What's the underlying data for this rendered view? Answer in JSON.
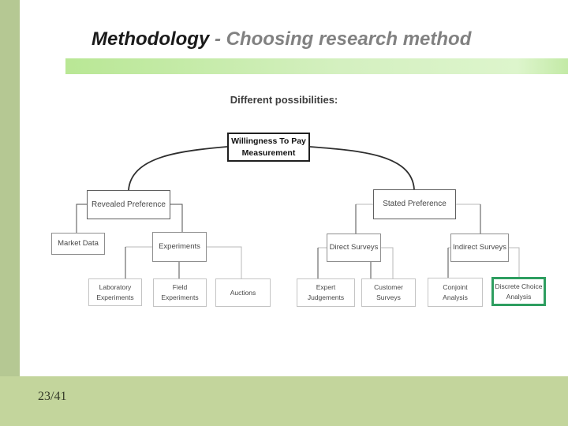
{
  "slide": {
    "title": {
      "primary": "Methodology",
      "secondary": "- Choosing research method"
    },
    "subtitle": "Different possibilities:",
    "page_number": "23/41"
  },
  "colors": {
    "left_bar": "#b5c893",
    "bottom_band": "#c3d59c",
    "accent_bar_left": "#b9e795",
    "accent_bar_right": "#ddf5cc",
    "title_primary": "#1a1a1a",
    "title_secondary": "#818181",
    "highlight_border": "#2e9e60",
    "connector_dark": "#4f4f4f",
    "connector_light": "#b8b8b8"
  },
  "diagram": {
    "type": "tree",
    "nodes": {
      "root": {
        "label": "Willingness To Pay\nMeasurement",
        "parent": null
      },
      "revealed_preference": {
        "label": "Revealed Preference",
        "parent": "root"
      },
      "stated_preference": {
        "label": "Stated Preference",
        "parent": "root"
      },
      "market_data": {
        "label": "Market Data",
        "parent": "revealed_preference"
      },
      "experiments": {
        "label": "Experiments",
        "parent": "revealed_preference"
      },
      "direct_surveys": {
        "label": "Direct Surveys",
        "parent": "stated_preference"
      },
      "indirect_surveys": {
        "label": "Indirect Surveys",
        "parent": "stated_preference"
      },
      "laboratory_experiments": {
        "label": "Laboratory\nExperiments",
        "parent": "experiments"
      },
      "field_experiments": {
        "label": "Field Experiments",
        "parent": "experiments"
      },
      "auctions": {
        "label": "Auctions",
        "parent": "experiments"
      },
      "expert_judgements": {
        "label": "Expert Judgements",
        "parent": "direct_surveys"
      },
      "customer_surveys": {
        "label": "Customer\nSurveys",
        "parent": "direct_surveys"
      },
      "conjoint_analysis": {
        "label": "Conjoint\nAnalysis",
        "parent": "indirect_surveys"
      },
      "discrete_choice_analysis": {
        "label": "Discrete Choice\nAnalysis",
        "parent": "indirect_surveys",
        "highlighted": true
      }
    }
  }
}
